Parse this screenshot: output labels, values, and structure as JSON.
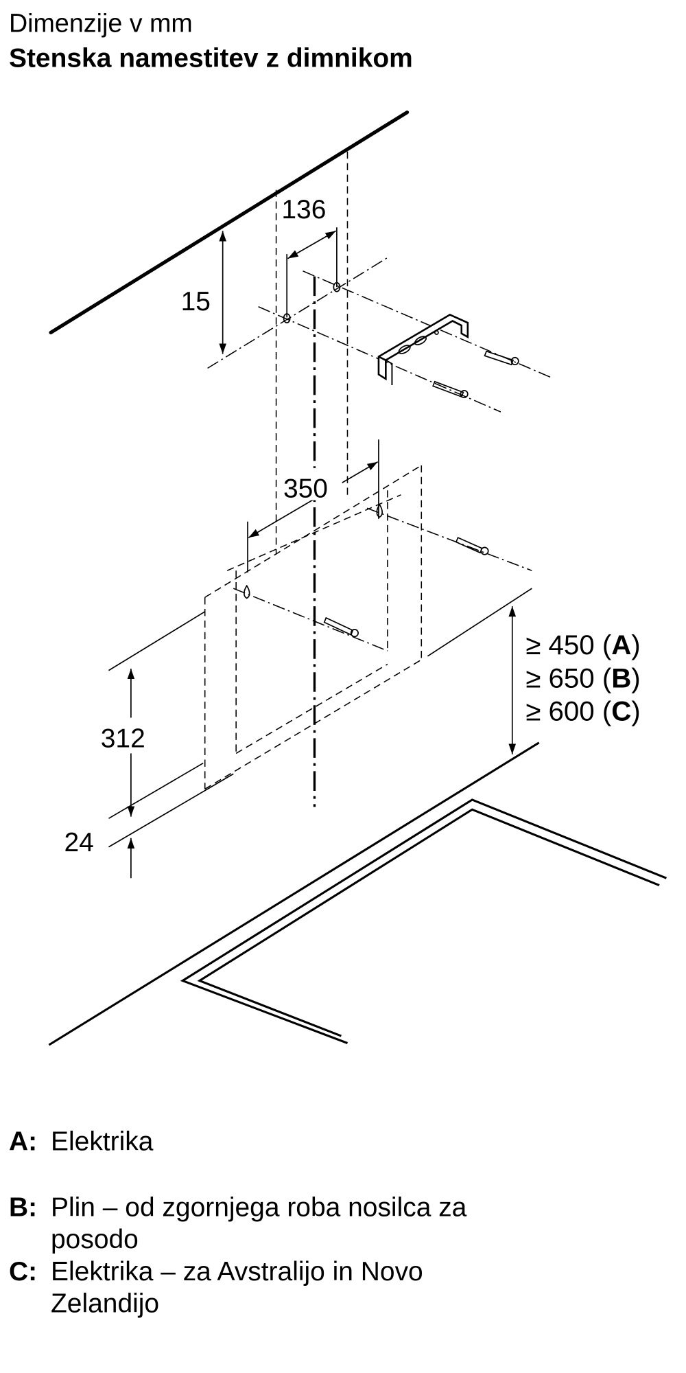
{
  "header": {
    "title": "Dimenzije v mm",
    "subtitle": "Stenska namestitev z dimnikom"
  },
  "dimensions": {
    "bracket_hole_spacing": "136",
    "bracket_offset": "15",
    "hook_spacing": "350",
    "hood_height": "312",
    "hood_bottom": "24",
    "clearance": [
      {
        "prefix": "≥ 450 (",
        "key": "A",
        "suffix": ")"
      },
      {
        "prefix": "≥ 650 (",
        "key": "B",
        "suffix": ")"
      },
      {
        "prefix": "≥ 600 (",
        "key": "C",
        "suffix": ")"
      }
    ]
  },
  "legend": [
    {
      "key": "A:",
      "lines": [
        "Elektrika"
      ]
    },
    {
      "key": "B:",
      "lines": [
        "Plin – od zgornjega roba nosilca za",
        "posodo"
      ]
    },
    {
      "key": "C:",
      "lines": [
        "Elektrika – za Avstralijo in Novo",
        "Zelandijo"
      ]
    }
  ]
}
